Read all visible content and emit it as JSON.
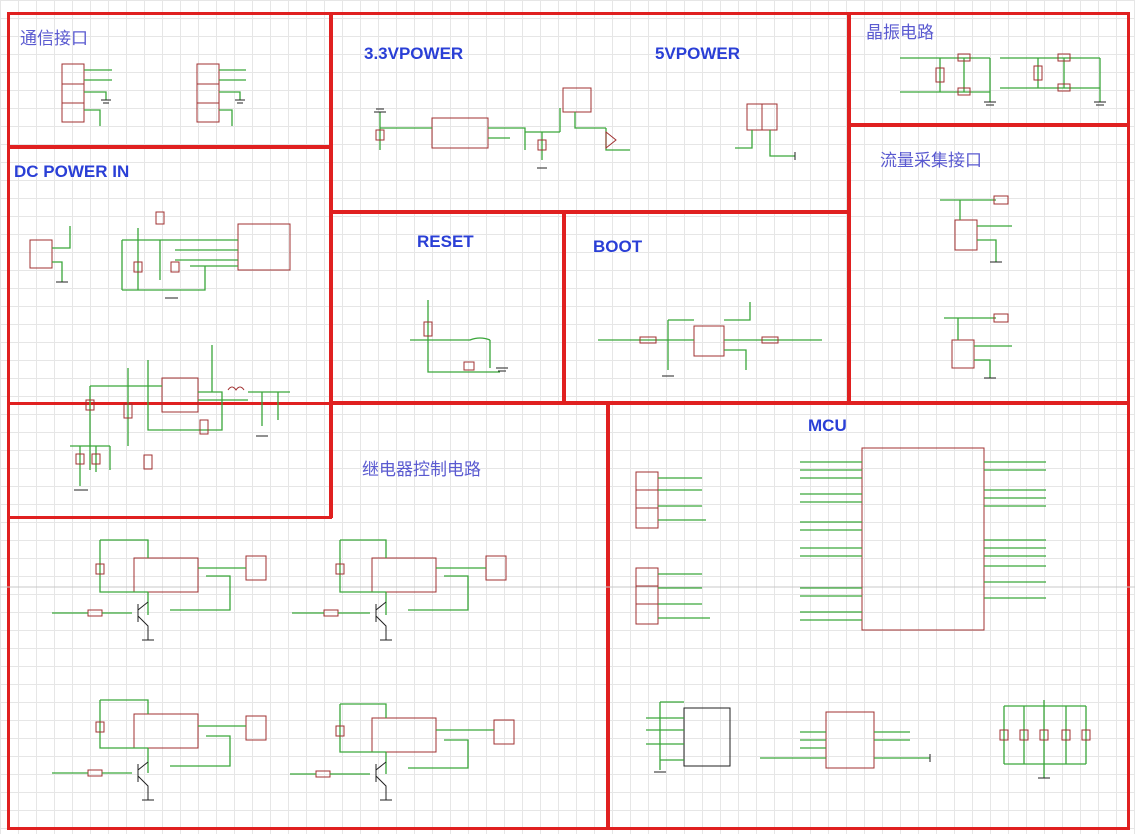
{
  "blocks": {
    "comm": {
      "title": "通信接口"
    },
    "power33": {
      "title": "3.3VPOWER"
    },
    "power5": {
      "title": "5VPOWER"
    },
    "crystal": {
      "title": "晶振电路"
    },
    "dcin": {
      "title": "DC POWER IN"
    },
    "reset": {
      "title": "RESET"
    },
    "boot": {
      "title": "BOOT"
    },
    "flow": {
      "title": "流量采集接口"
    },
    "relay": {
      "title": "继电器控制电路"
    },
    "mcu": {
      "title": "MCU"
    }
  },
  "colors": {
    "border": "#e02020",
    "wire": "#3aa63a",
    "part": "#a03030",
    "title_cn": "#5a5ad0",
    "title_en": "#2a3fd6"
  }
}
